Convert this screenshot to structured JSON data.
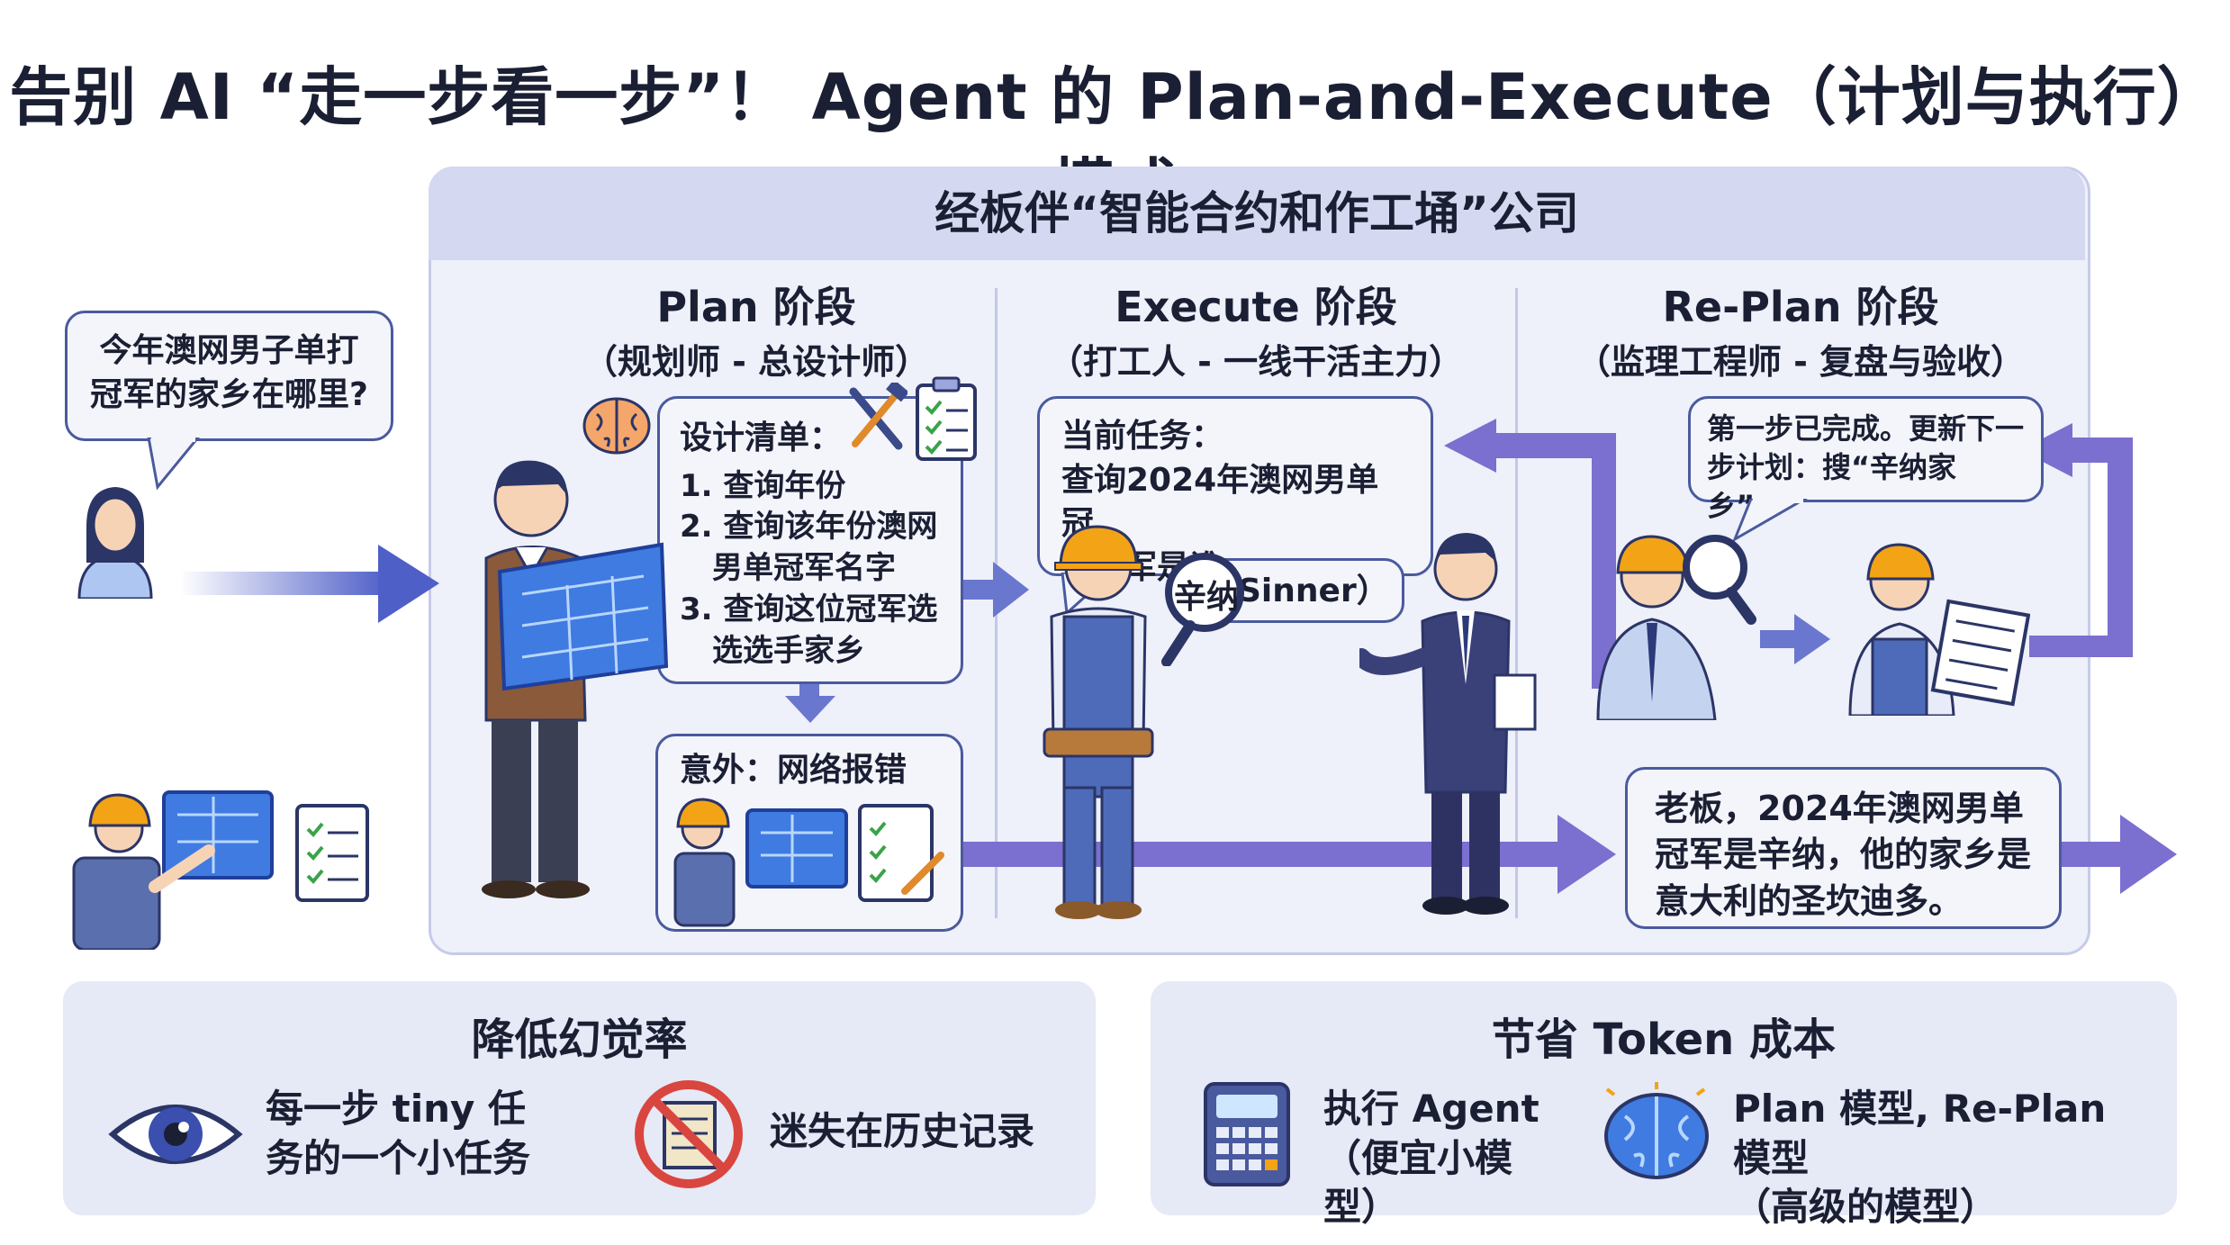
{
  "title": "告别 AI “走一步看一步”！ Agent 的 Plan-and-Execute（计划与执行）模式",
  "company": "经板伴“智能合约和作工埇”公司",
  "user_question": "今年澳网男子单打冠军的家乡在哪里?",
  "phases": [
    {
      "title": "Plan 阶段",
      "subtitle": "（规划师 - 总设计师）"
    },
    {
      "title": "Execute 阶段",
      "subtitle": "（打工人 - 一线干活主力）"
    },
    {
      "title": "Re-Plan 阶段",
      "subtitle": "（监理工程师 - 复盘与验收）"
    }
  ],
  "plan_list": {
    "heading": "设计清单：",
    "items": [
      "1. 查询年份",
      "2. 查询该年份澳网",
      "男单冠军名字",
      "3. 查询这位冠军选",
      "选选手家乡"
    ]
  },
  "accident": "意外：网络报错",
  "current_task": {
    "heading": "当前任务：",
    "line1": "查询2024年澳网男单冠",
    "line2": "军是谁"
  },
  "magnifier_result": {
    "prefix": "辛纳",
    "suffix": "（Sinner）"
  },
  "replan_note": "第一步已完成。更新下一步计划：搜“辛纳家乡”。",
  "final_answer": "老板，2024年澳网男单冠军是辛纳，他的家乡是意大利的圣坎迪多。",
  "left_panel": {
    "title": "降低幻觉率",
    "item1": "每一步 tiny 任务的一个小任务",
    "item2": "迷失在历史记录"
  },
  "right_panel": {
    "title": "节省 Token 成本",
    "item1_line1": "执行 Agent",
    "item1_line2": "（便宜小模型）",
    "item2_line1": "Plan 模型, Re-Plan 模型",
    "item2_line2": "（高级的模型）"
  },
  "colors": {
    "arrow": "#4f5fc8",
    "arrow_replan": "#7b6fcf",
    "border": "#4a5a9e",
    "panel": "#e6e9f6"
  }
}
